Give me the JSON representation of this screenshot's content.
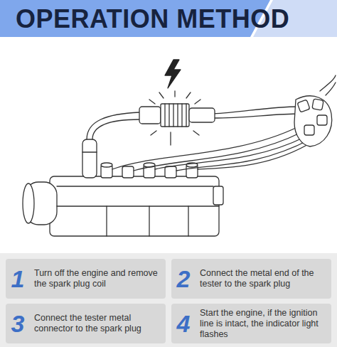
{
  "diagram": {
    "title": "OPERATION METHOD",
    "nodes": [
      {
        "text": [
          "1",
          "Turn off the engine and remove the spark plug coil"
        ]
      },
      {
        "text": [
          "2",
          "Connect the metal end of the tester to the spark plug"
        ]
      },
      {
        "text": [
          "3",
          "Connect the tester metal connector to the spark plug"
        ]
      },
      {
        "text": [
          "4",
          "Start the engine, if the ignition line is intact, the indicator light flashes"
        ]
      }
    ]
  }
}
